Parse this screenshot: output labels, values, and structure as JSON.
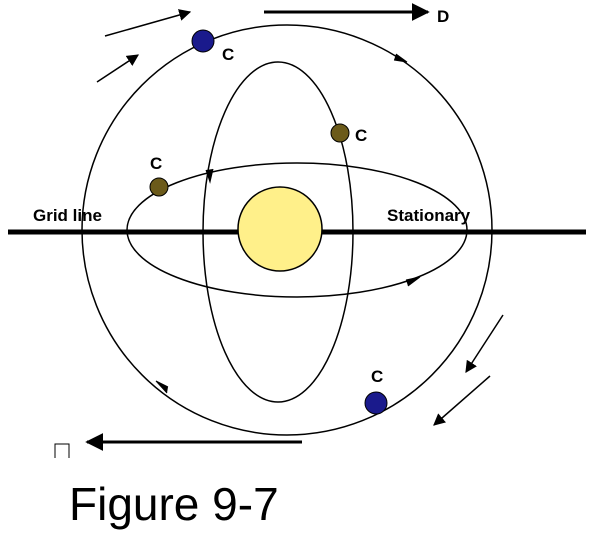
{
  "diagram": {
    "labels": {
      "left_line": "Grid line",
      "right_line": "Stationary",
      "d_label": "D",
      "body_label": "C"
    },
    "caption": "Figure 9-7",
    "colors": {
      "sun": "#fff08a",
      "sun_outline": "#000000",
      "planet_blue": "#1a1a8c",
      "planet_olive": "#6b5a1a",
      "line": "#000000",
      "background": "#ffffff"
    },
    "icons": {
      "corner_box": "open-box-icon"
    }
  }
}
